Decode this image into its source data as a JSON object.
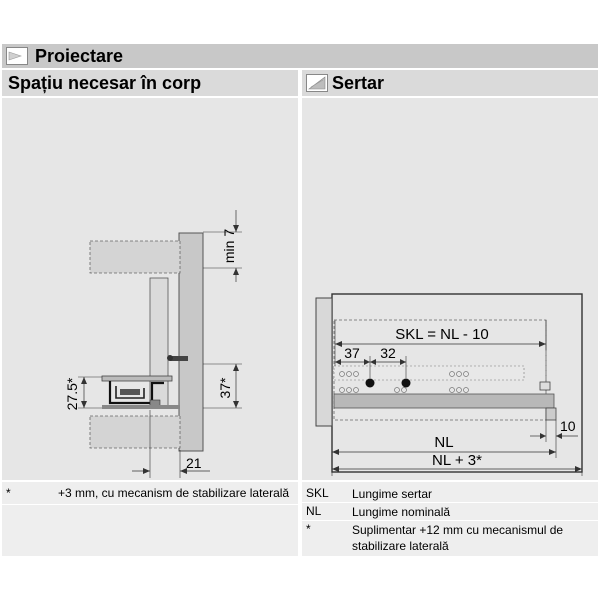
{
  "header": {
    "title": "Proiectare"
  },
  "left": {
    "title": "Spațiu necesar în corp",
    "dims": {
      "min7": "min 7",
      "d37": "37*",
      "d275": "27.5*",
      "d21": "21"
    },
    "notes": [
      {
        "key": "*",
        "text": "+3 mm, cu mecanism de stabilizare laterală"
      }
    ]
  },
  "right": {
    "title": "Sertar",
    "dims": {
      "skl": "SKL = NL - 10",
      "d37": "37",
      "d32": "32",
      "d10": "10",
      "nl": "NL",
      "nl3": "NL + 3*"
    },
    "legend": [
      {
        "key": "SKL",
        "text": "Lungime sertar"
      },
      {
        "key": "NL",
        "text": "Lungime nominală"
      },
      {
        "key": "*",
        "text": "Suplimentar +12 mm cu mecanismul de stabilizare laterală"
      }
    ]
  }
}
